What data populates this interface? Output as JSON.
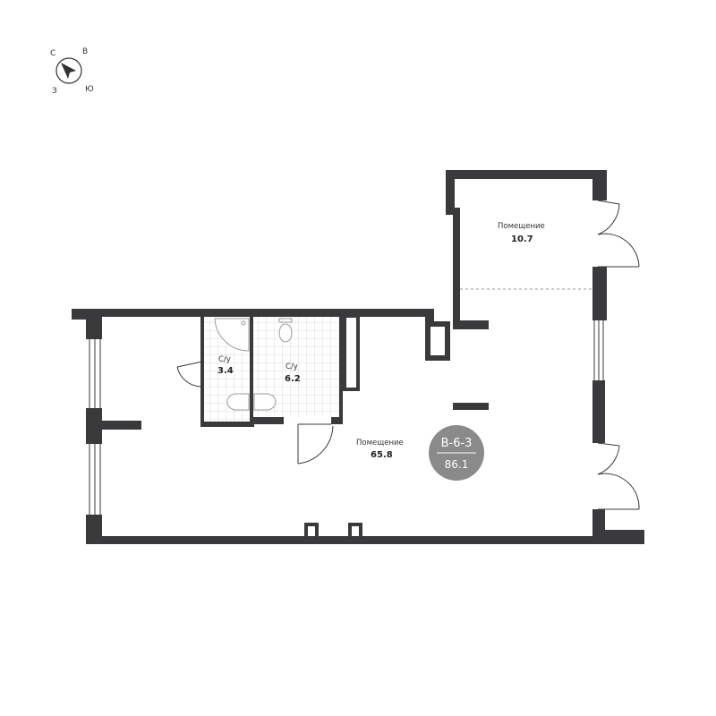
{
  "compass": {
    "north": "С",
    "east": "В",
    "south": "Ю",
    "west": "З"
  },
  "rooms": [
    {
      "id": "room-large",
      "name": "Помещение",
      "area": "65.8"
    },
    {
      "id": "room-small",
      "name": "Помещение",
      "area": "10.7"
    },
    {
      "id": "bathroom-1",
      "name": "С/у",
      "area": "3.4"
    },
    {
      "id": "bathroom-2",
      "name": "С/у",
      "area": "6.2"
    }
  ],
  "badge": {
    "code": "В-6-3",
    "total_area": "86.1",
    "color": "#8a8a8a"
  },
  "colors": {
    "wall": "#3a3a3c",
    "tile": "#d4d4d4",
    "fixture": "#9a9a9a"
  }
}
